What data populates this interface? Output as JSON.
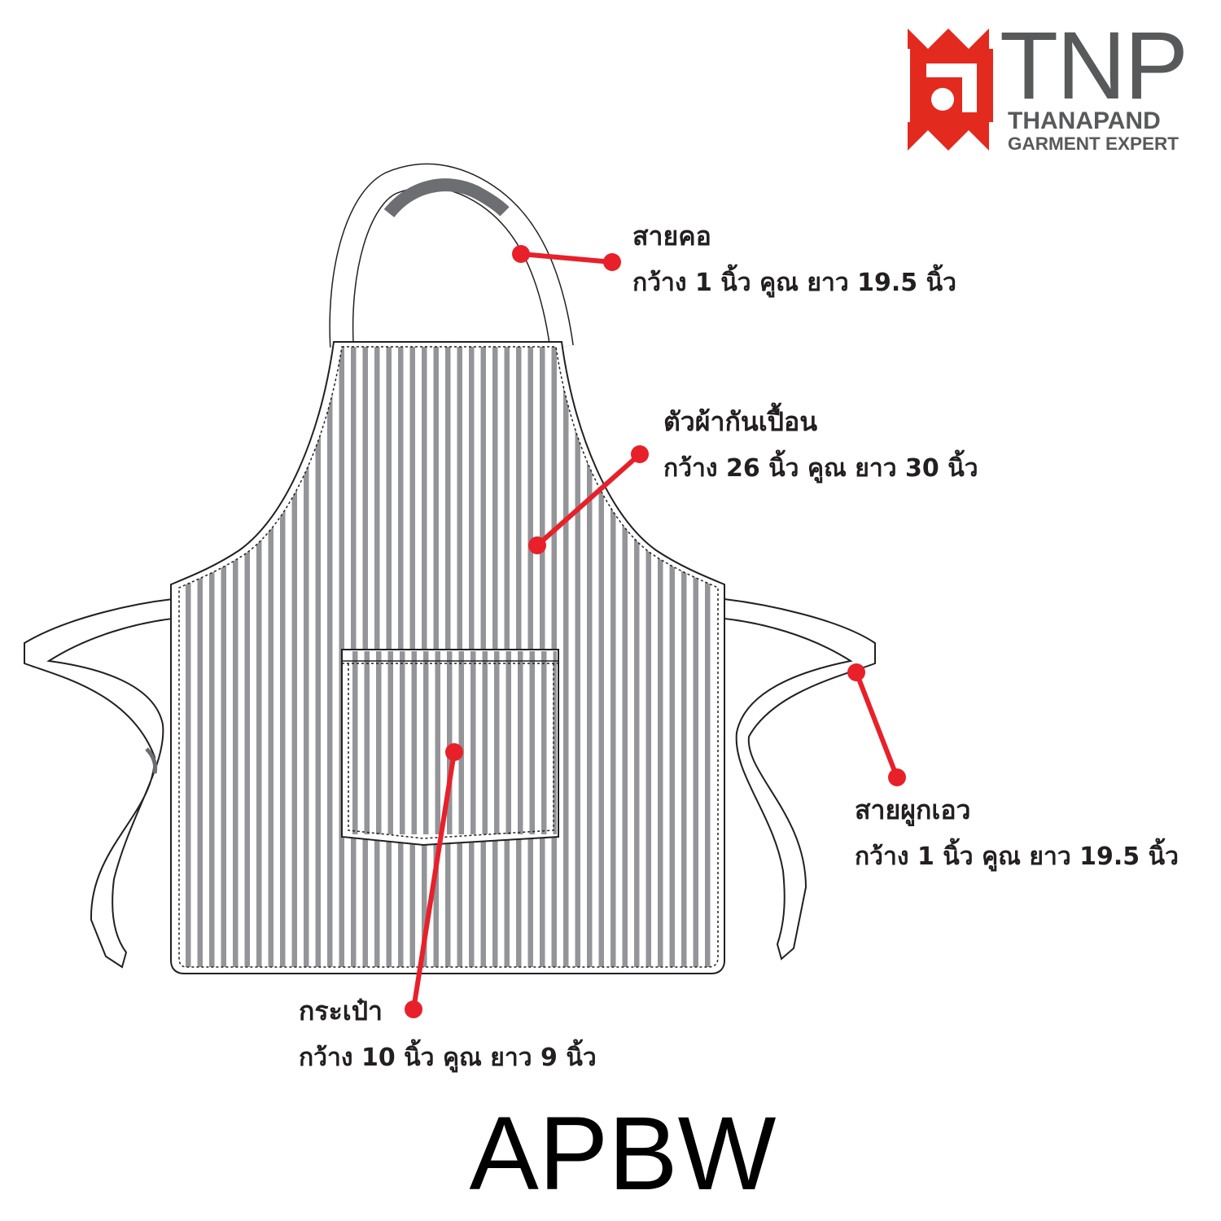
{
  "logo": {
    "brand": "TNP",
    "line1": "THANAPAND",
    "line2": "GARMENT EXPERT",
    "brand_color": "#e32a1e",
    "text_color": "#58595b"
  },
  "parts": [
    {
      "id": "neck-strap",
      "name": "สายคอ",
      "dims": "กว้าง 1 นิ้ว คูณ ยาว 19.5 นิ้ว"
    },
    {
      "id": "apron-body",
      "name": "ตัวผ้ากันเปื้อน",
      "dims": "กว้าง 26 นิ้ว คูณ ยาว 30 นิ้ว"
    },
    {
      "id": "waist-tie",
      "name": "สายผูกเอว",
      "dims": "กว้าง 1 นิ้ว คูณ ยาว 19.5 นิ้ว"
    },
    {
      "id": "pocket",
      "name": "กระเป๋า",
      "dims": "กว้าง 10 นิ้ว คูณ ยาว 9 นิ้ว"
    }
  ],
  "model_code": "APBW",
  "colors": {
    "callout": "#e8202a",
    "stripe": "#939598",
    "outline": "#231f20"
  }
}
